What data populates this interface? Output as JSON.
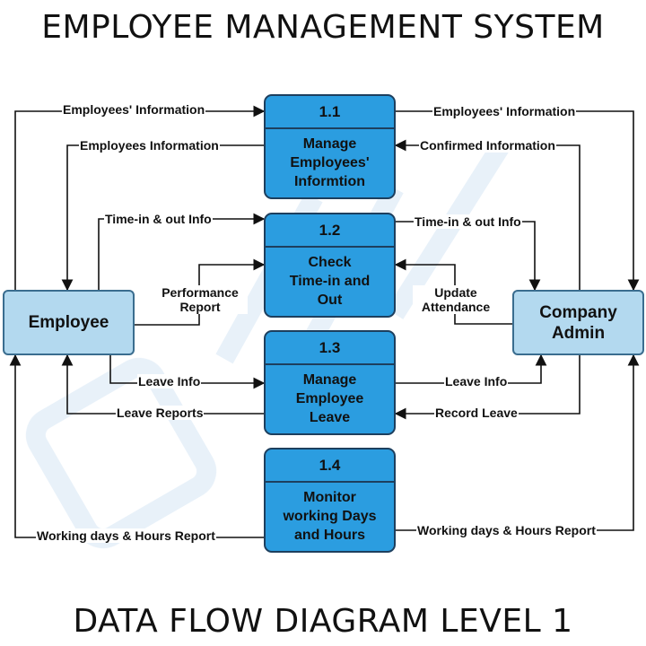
{
  "title": "EMPLOYEE MANAGEMENT SYSTEM",
  "subtitle": "DATA FLOW DIAGRAM LEVEL 1",
  "entities": {
    "employee": "Employee",
    "admin_line1": "Company",
    "admin_line2": "Admin"
  },
  "processes": [
    {
      "id": "1.1",
      "l1": "Manage",
      "l2": "Employees'",
      "l3": "Informtion"
    },
    {
      "id": "1.2",
      "l1": "Check",
      "l2": "Time-in and",
      "l3": "Out"
    },
    {
      "id": "1.3",
      "l1": "Manage",
      "l2": "Employee",
      "l3": "Leave"
    },
    {
      "id": "1.4",
      "l1": "Monitor",
      "l2": "working Days",
      "l3": "and Hours"
    }
  ],
  "flows": {
    "emp_info_to_p11": "Employees' Information",
    "p11_to_emp": "Employees Information",
    "p11_to_admin": "Employees' Information",
    "admin_to_p11": "Confirmed Information",
    "emp_time_to_p12": "Time-in & out Info",
    "p12_to_admin": "Time-in & out Info",
    "perf_report_l1": "Performance",
    "perf_report_l2": "Report",
    "update_att_l1": "Update",
    "update_att_l2": "Attendance",
    "emp_leave_to_p13": "Leave Info",
    "p13_to_emp": "Leave Reports",
    "p13_to_admin": "Leave Info",
    "admin_to_p13": "Record Leave",
    "p14_to_emp": "Working days & Hours Report",
    "p14_to_admin": "Working days & Hours Report"
  },
  "colors": {
    "process_fill": "#2b9de0",
    "entity_fill": "#b3d9ef",
    "line": "#111111"
  }
}
